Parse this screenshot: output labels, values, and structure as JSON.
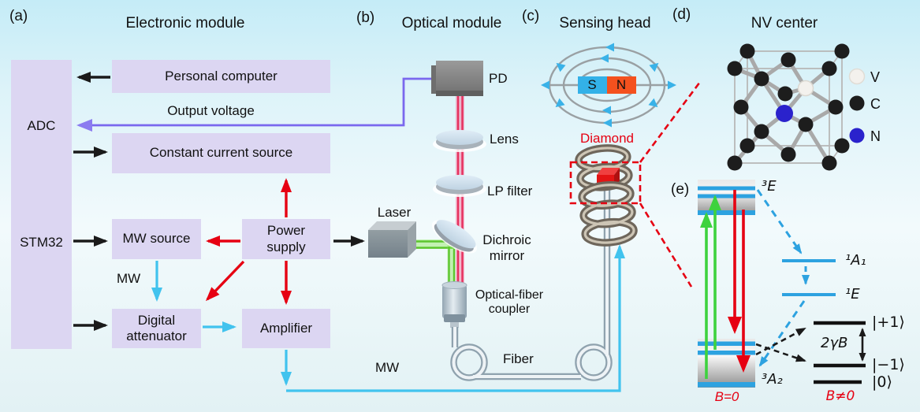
{
  "panel_a": {
    "tag": "(a)",
    "title": "Electronic module",
    "adc": "ADC",
    "stm32": "STM32",
    "personal_computer": "Personal computer",
    "output_voltage": "Output voltage",
    "constant_current_source": "Constant current source",
    "mw_source": "MW source",
    "power_supply": "Power supply",
    "digital_attenuator": "Digital attenuator",
    "amplifier": "Amplifier",
    "mw": "MW"
  },
  "panel_b": {
    "tag": "(b)",
    "title": "Optical module",
    "pd": "PD",
    "lens": "Lens",
    "lp_filter": "LP filter",
    "laser": "Laser",
    "dichroic_mirror": "Dichroic mirror",
    "fiber_coupler": "Optical-fiber coupler",
    "fiber": "Fiber",
    "mw": "MW"
  },
  "panel_c": {
    "tag": "(c)",
    "title": "Sensing head",
    "magnet_south": "S",
    "magnet_north": "N",
    "diamond": "Diamond"
  },
  "panel_d": {
    "tag": "(d)",
    "title": "NV center",
    "legend": [
      {
        "symbol": "V"
      },
      {
        "symbol": "C"
      },
      {
        "symbol": "N"
      }
    ]
  },
  "panel_e": {
    "tag": "(e)",
    "excited_state": "³E",
    "singlet_upper": "¹A₁",
    "singlet_lower": "¹E",
    "ground_state": "³A₂",
    "field_zero": "B=0",
    "field_nonzero": "B≠0",
    "ket_plus": "|+1⟩",
    "ket_minus": "|−1⟩",
    "ket_zero": "|0⟩",
    "zeeman_splitting": "2γB"
  },
  "colors": {
    "module_box": "#dcd6f2",
    "arrow_black": "#1a1a1a",
    "arrow_red": "#e60012",
    "arrow_cyan": "#41c3ee",
    "arrow_purple": "#8b7bf0",
    "level_blue": "#2da2e0",
    "green_arrow": "#3ed23e",
    "magnet_s": "#33b1e8",
    "magnet_n": "#f4511e",
    "diamond_red": "#e31414"
  }
}
